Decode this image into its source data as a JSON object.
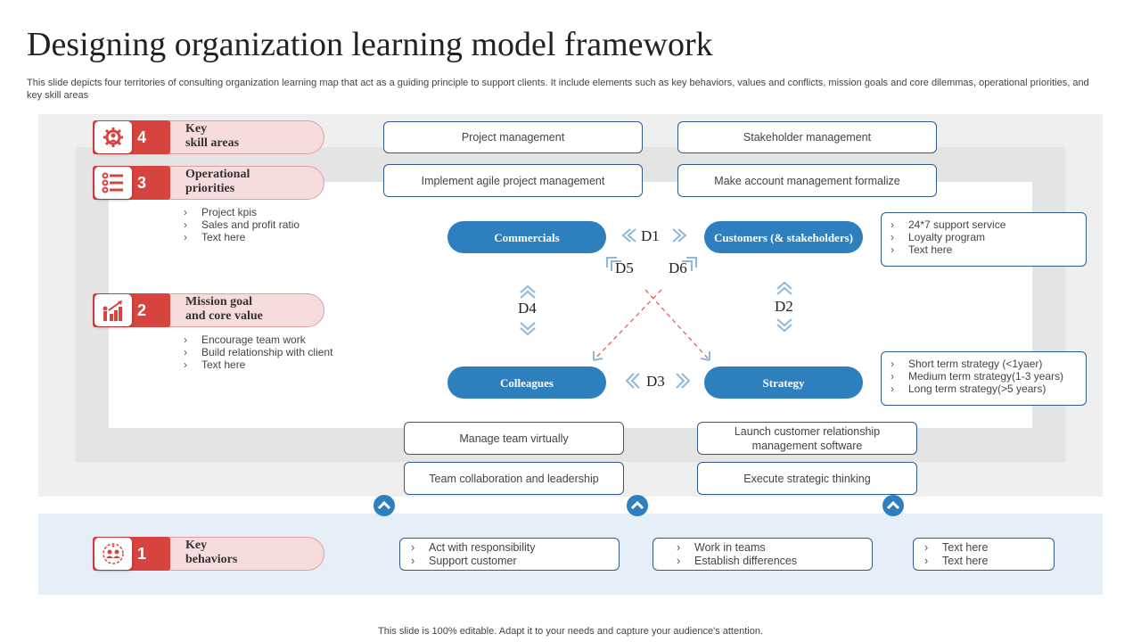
{
  "title": "Designing organization learning model framework",
  "subtitle": "This slide depicts four territories of consulting organization learning map that act as a guiding principle to support clients. It include elements such as key behaviors, values and conflicts, mission goals and core dilemmas, operational priorities, and key skill areas",
  "footer": "This slide is 100% editable. Adapt it to your needs and capture your audience's attention.",
  "levels": [
    {
      "number": "4",
      "label": "Key\nskill areas",
      "icon": "gear-person-icon"
    },
    {
      "number": "3",
      "label": "Operational\npriorities",
      "icon": "list-checks-icon"
    },
    {
      "number": "2",
      "label": "Mission goal\nand core value",
      "icon": "growth-chart-icon"
    },
    {
      "number": "1",
      "label": "Key\nbehaviors",
      "icon": "people-network-icon"
    }
  ],
  "operational_bullets": [
    "Project kpis",
    "Sales and profit ratio",
    "Text here"
  ],
  "mission_bullets": [
    "Encourage team work",
    "Build relationship with client",
    "Text here"
  ],
  "top_boxes": [
    "Project management",
    "Stakeholder management",
    "Implement  agile project management",
    "Make account management formalize"
  ],
  "bottom_boxes": [
    "Manage team virtually",
    "Launch customer relationship management  software",
    "Team  collaboration and leadership",
    "Execute strategic thinking"
  ],
  "nodes": {
    "commercials": "Commercials",
    "customers": "Customers (& stakeholders)",
    "colleagues": "Colleagues",
    "strategy": "Strategy"
  },
  "dilemmas": {
    "d1": "D1",
    "d2": "D2",
    "d3": "D3",
    "d4": "D4",
    "d5": "D5",
    "d6": "D6"
  },
  "customers_bullets": [
    "24*7 support service",
    "Loyalty program",
    "Text here"
  ],
  "strategy_bullets": [
    "Short term strategy (<1yaer)",
    "Medium term strategy(1-3 years)",
    "Long term strategy(>5 years)"
  ],
  "behavior_boxes": [
    [
      "Act with responsibility",
      "Support customer"
    ],
    [
      "Work in teams",
      "Establish differences"
    ],
    [
      "Text here",
      "Text here"
    ]
  ],
  "colors": {
    "red": "#d7443f",
    "pink": "#f6dcdc",
    "blue": "#2d7fbe",
    "navy": "#2d5b8c",
    "arrow": "#8db8dd",
    "dash": "#e06060"
  }
}
